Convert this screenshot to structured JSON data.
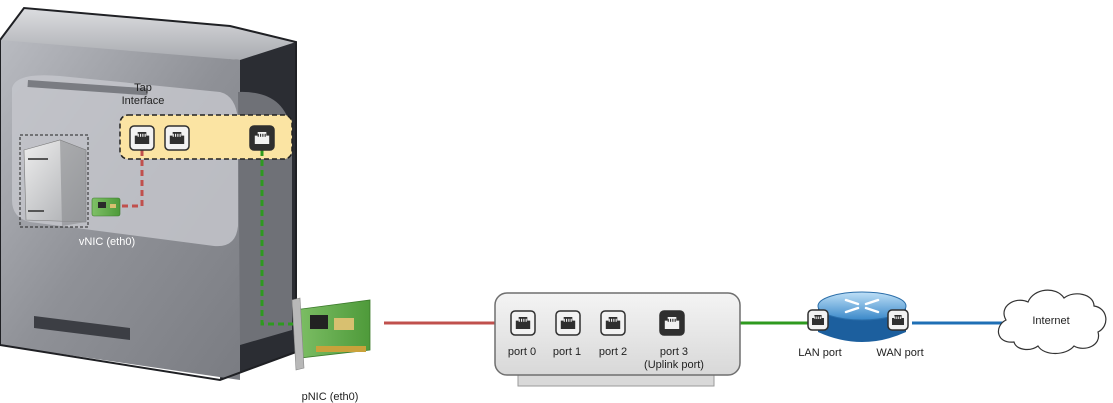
{
  "labels": {
    "tap_interface": [
      "Tap",
      "Interface"
    ],
    "vnic": "vNIC (eth0)",
    "pnic": "pNIC (eth0)",
    "ports": [
      "port 0",
      "port 1",
      "port 2",
      "port 3"
    ],
    "uplink": "(Uplink port)",
    "lan_port": "LAN port",
    "wan_port": "WAN port",
    "internet": "Internet"
  },
  "colors": {
    "red_link": "#c0504d",
    "green_link": "#2e9a1f",
    "blue_link": "#1f6fb5",
    "tap_fill": "#fbe4a3",
    "server_front": "#8a8c92",
    "server_side": "#2b2d33"
  },
  "icons": [
    "server-icon",
    "vm-icon",
    "nic-card-icon",
    "ethernet-port-icon",
    "switch-icon",
    "router-icon",
    "cloud-icon"
  ]
}
